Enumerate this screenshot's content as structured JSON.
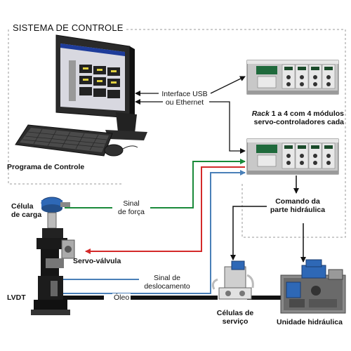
{
  "title": "SISTEMA DE CONTROLE",
  "labels": {
    "interface_line1": "Interface USB",
    "interface_line2": "ou Ethernet",
    "rack_line1_bold": "Rack",
    "rack_line1_rest": " 1 a 4 com 4 módulos",
    "rack_line2": "servo-controladores cada",
    "program": "Programa de Controle",
    "command_line1": "Comando da",
    "command_line2": "parte hidráulica",
    "load_cell_line1": "Célula",
    "load_cell_line2": "de carga",
    "force_signal_line1": "Sinal",
    "force_signal_line2": "de força",
    "servo_valve": "Servo-válvula",
    "displacement_line1": "Sinal de",
    "displacement_line2": "deslocamento",
    "lvdt": "LVDT",
    "oil": "Óleo",
    "service_cells_line1": "Células de",
    "service_cells_line2": "serviço",
    "hydraulic_unit": "Unidade hidráulica"
  },
  "colors": {
    "force_signal": "#1a8a3a",
    "servo_signal": "#d42a2a",
    "displacement_signal": "#4a80b8",
    "black_line": "#111111",
    "dashed_border": "#999999"
  }
}
